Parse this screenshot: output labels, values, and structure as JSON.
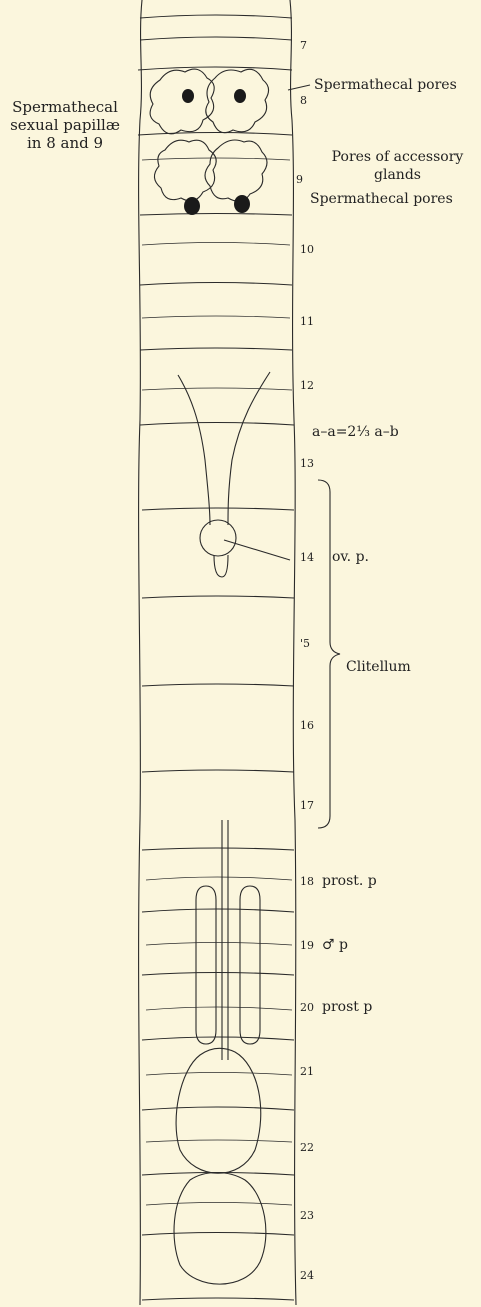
{
  "segments": [
    "7",
    "8",
    "9",
    "10",
    "11",
    "12",
    "13",
    "14",
    "'5",
    "16",
    "17",
    "18",
    "19",
    "20",
    "21",
    "22",
    "23",
    "24"
  ],
  "labels": {
    "spermathecal_pores_top": "Spermathecal pores",
    "accessory_glands": [
      "Pores of accessory",
      "glands"
    ],
    "spermathecal_pores_bottom": "Spermathecal pores",
    "papillae": [
      "Spermathecal",
      "sexual papillæ",
      "in 8 and 9"
    ],
    "ratio": "a–a=2⅓ a–b",
    "ov_p": "ov. p.",
    "clitellum": "Clitellum",
    "prost_18": "prost. p",
    "male_19": "♂  p",
    "prost_20": "prost  p"
  },
  "colors": {
    "background": "#fbf6dd",
    "ink": "#2a2a2a"
  }
}
